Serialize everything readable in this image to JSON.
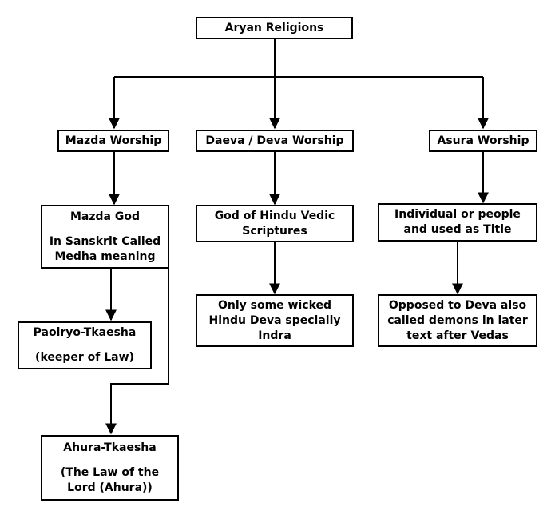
{
  "diagram": {
    "root": {
      "label": "Aryan Religions"
    },
    "mazda": {
      "title": "Mazda Worship",
      "god": {
        "line1": "Mazda God",
        "line2": "In Sanskrit Called",
        "line3": "Medha meaning"
      },
      "paoiryo": {
        "line1": "Paoiryo-Tkaesha",
        "line2": "(keeper of Law)"
      },
      "ahura": {
        "line1": "Ahura-Tkaesha",
        "line2": "(The Law of the",
        "line3": "Lord (Ahura))"
      }
    },
    "daeva": {
      "title": "Daeva / Deva Worship",
      "vedic": {
        "line1": "God of Hindu Vedic",
        "line2": "Scriptures"
      },
      "wicked": {
        "line1": "Only some wicked",
        "line2": "Hindu Deva specially",
        "line3": "Indra"
      }
    },
    "asura": {
      "title": "Asura Worship",
      "title_use": {
        "line1": "Individual or people",
        "line2": "and used as Title"
      },
      "demons": {
        "line1": "Opposed to Deva also",
        "line2": "called demons in later",
        "line3": "text after Vedas"
      }
    }
  }
}
